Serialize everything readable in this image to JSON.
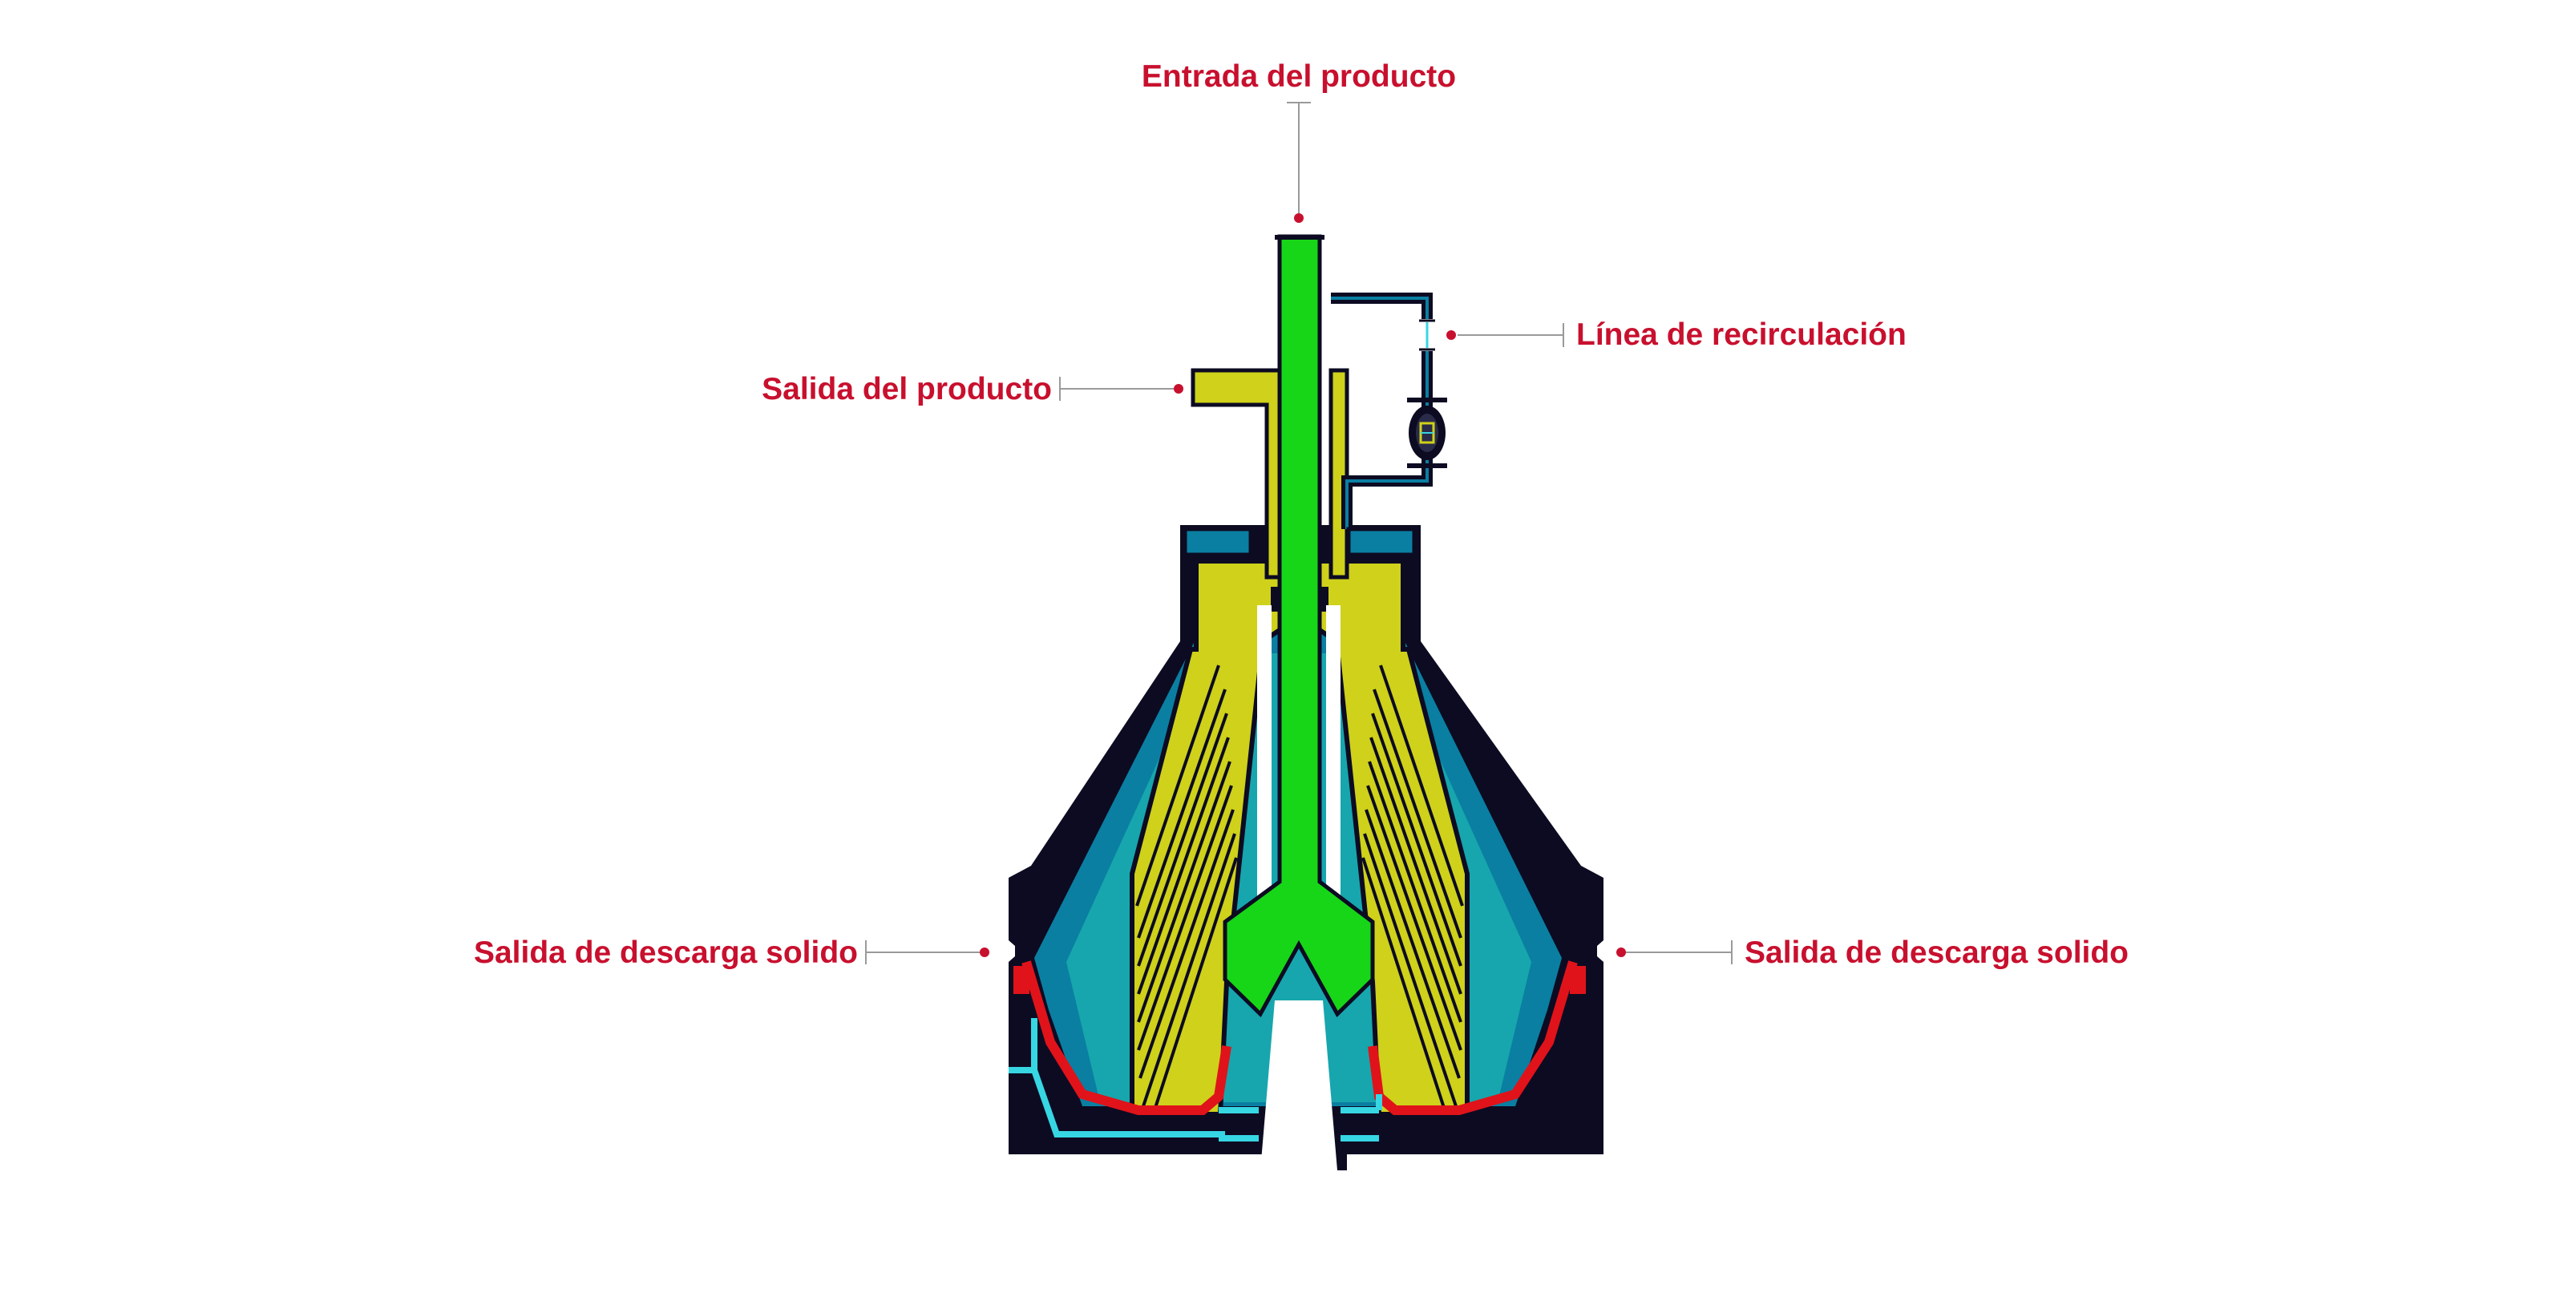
{
  "labels": {
    "product_inlet": "Entrada del producto",
    "recirculation_line": "Línea de recirculación",
    "product_outlet": "Salida del producto",
    "solid_discharge_left": "Salida de descarga solido",
    "solid_discharge_right": "Salida de descarga solido"
  },
  "colors": {
    "label_text": "#c8102e",
    "marker": "#c8102e",
    "leader": "#9a9a9a",
    "housing": "#0c0b22",
    "bowl_blue": "#0a7fa2",
    "bowl_teal": "#17a6ad",
    "disc_stack": "#cfd11a",
    "feed_tube": "#17d617",
    "seal": "#e0131a",
    "cooling": "#37d6e3"
  }
}
